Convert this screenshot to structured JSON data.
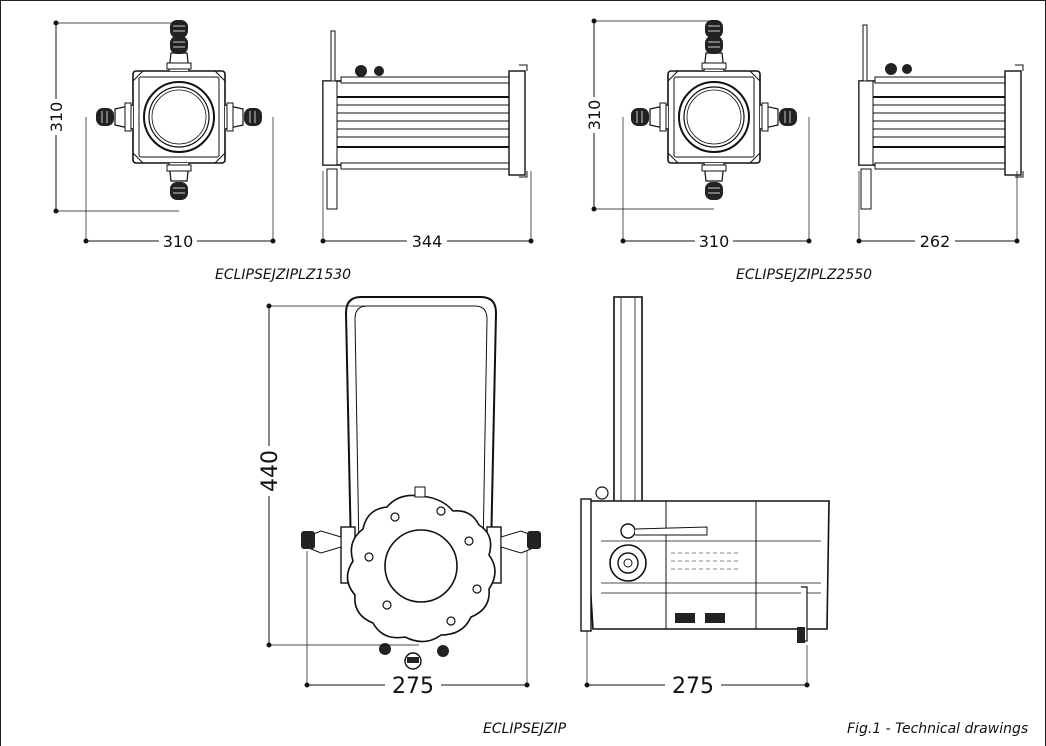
{
  "dimensions": {
    "z1530_front_height": "310",
    "z1530_front_width": "310",
    "z1530_side_length": "344",
    "z2550_front_height": "310",
    "z2550_front_width": "310",
    "z2550_side_length": "262",
    "zip_front_height": "440",
    "zip_front_width": "275",
    "zip_side_width": "275"
  },
  "captions": {
    "model_1": "ECLIPSEJZIPLZ1530",
    "model_2": "ECLIPSEJZIPLZ2550",
    "model_3": "ECLIPSEJZIP",
    "figure": "Fig.1 - Technical drawings"
  }
}
